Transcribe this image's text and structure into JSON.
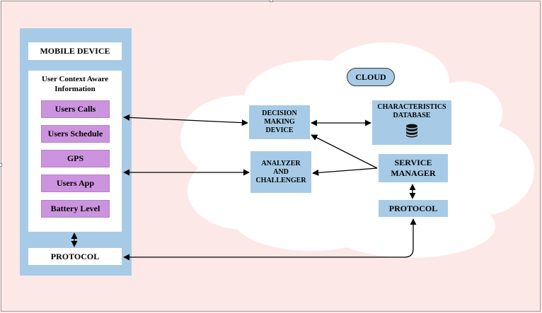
{
  "mobile_device": {
    "title": "MOBILE DEVICE",
    "context": {
      "heading": "User Context Aware Information",
      "items": [
        "Users Calls",
        "Users Schedule",
        "GPS",
        "Users App",
        "Battery Level"
      ]
    },
    "protocol": "PROTOCOL"
  },
  "cloud": {
    "label": "CLOUD",
    "decision_making_device": "DECISION MAKING DEVICE",
    "analyzer_and_challenger": "ANALYZER AND CHALLENGER",
    "characteristics_database": "CHARACTERISTICS DATABASE",
    "service_manager": "SERVICE MANAGER",
    "protocol": "PROTOCOL"
  },
  "colors": {
    "page_background": "#fde8e8",
    "panel_blue": "#a7cbe6",
    "item_purple": "#cc94de",
    "cloud_fill": "#ffffff"
  },
  "icons": [
    "database-icon"
  ]
}
